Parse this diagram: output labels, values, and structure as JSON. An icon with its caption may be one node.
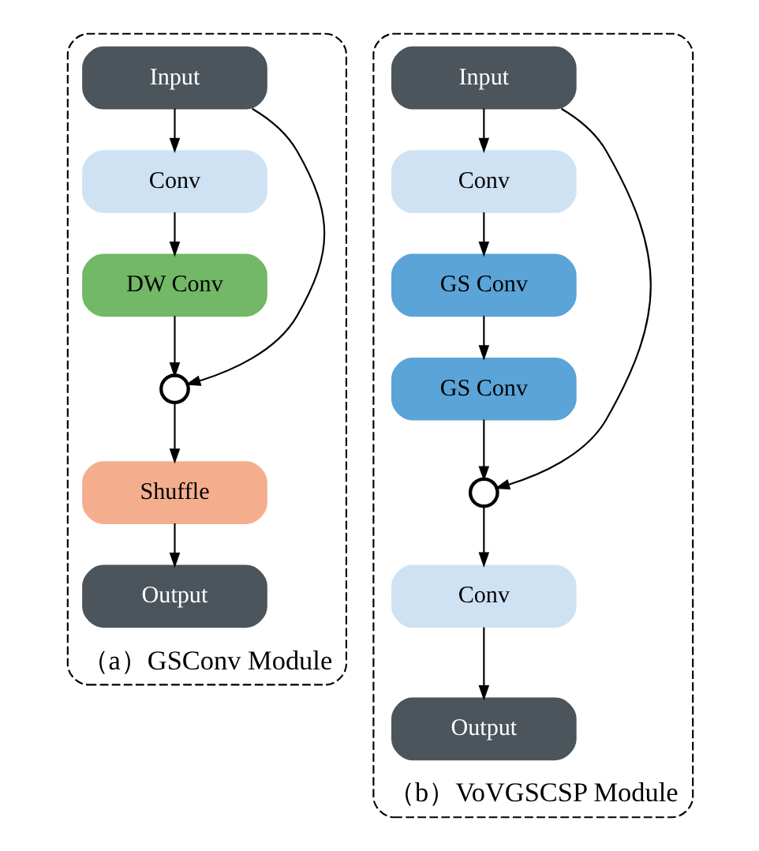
{
  "diagram": {
    "nodes": [
      {
        "text": [
          "（a）GSConv Module"
        ]
      },
      {
        "text": [
          "Input"
        ],
        "in": 0
      },
      {
        "text": [
          "Conv"
        ],
        "in": 0
      },
      {
        "text": [
          "DW Conv"
        ],
        "in": 0
      },
      {
        "text": [],
        "shape": "circle",
        "in": 0
      },
      {
        "text": [
          "Shuffle"
        ],
        "in": 0
      },
      {
        "text": [
          "Output"
        ],
        "in": 0
      },
      {
        "text": [
          "（b）VoVGSCSP Module"
        ]
      },
      {
        "text": [
          "Input"
        ],
        "in": 7
      },
      {
        "text": [
          "Conv"
        ],
        "in": 7
      },
      {
        "text": [
          "GS Conv"
        ],
        "in": 7
      },
      {
        "text": [
          "GS Conv"
        ],
        "in": 7
      },
      {
        "text": [],
        "shape": "circle",
        "in": 7
      },
      {
        "text": [
          "Conv"
        ],
        "in": 7
      },
      {
        "text": [
          "Output"
        ],
        "in": 7
      }
    ],
    "edges": [
      {
        "from": 1,
        "to": 2,
        "arrow": "to"
      },
      {
        "from": 2,
        "to": 3,
        "arrow": "to"
      },
      {
        "from": 3,
        "to": 4,
        "arrow": "to"
      },
      {
        "from": 1,
        "to": 4,
        "arrow": "to"
      },
      {
        "from": 4,
        "to": 5,
        "arrow": "to"
      },
      {
        "from": 5,
        "to": 6,
        "arrow": "to"
      },
      {
        "from": 8,
        "to": 9,
        "arrow": "to"
      },
      {
        "from": 9,
        "to": 10,
        "arrow": "to"
      },
      {
        "from": 10,
        "to": 11,
        "arrow": "to"
      },
      {
        "from": 11,
        "to": 12,
        "arrow": "to"
      },
      {
        "from": 8,
        "to": 12,
        "arrow": "to"
      },
      {
        "from": 12,
        "to": 13,
        "arrow": "to"
      },
      {
        "from": 13,
        "to": 14,
        "arrow": "to"
      }
    ]
  }
}
